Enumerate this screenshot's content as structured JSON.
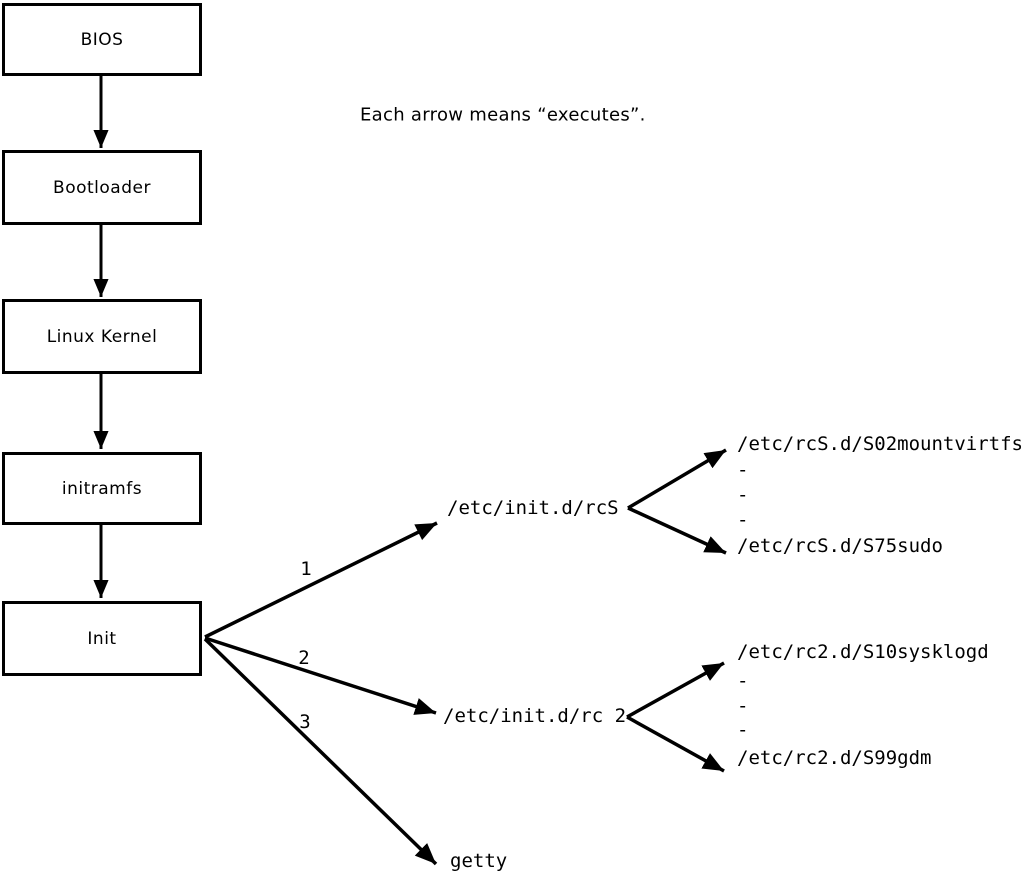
{
  "note": "Each arrow means “executes”.",
  "flow_boxes": [
    {
      "label": "BIOS"
    },
    {
      "label": "Bootloader"
    },
    {
      "label": "Linux Kernel"
    },
    {
      "label": "initramfs"
    },
    {
      "label": "Init"
    }
  ],
  "init_branches": [
    {
      "number": "1",
      "target": "/etc/init.d/rcS"
    },
    {
      "number": "2",
      "target": "/etc/init.d/rc 2"
    },
    {
      "number": "3",
      "target": "getty"
    }
  ],
  "rcs_scripts": [
    "/etc/rcS.d/S02mountvirtfs",
    "-",
    "-",
    "-",
    "/etc/rcS.d/S75sudo"
  ],
  "rc2_scripts": [
    "/etc/rc2.d/S10sysklogd",
    "-",
    "-",
    "-",
    "/etc/rc2.d/S99gdm"
  ],
  "colors": {
    "line": "#000000",
    "background": "#ffffff",
    "box_fill": "#ffffff"
  }
}
